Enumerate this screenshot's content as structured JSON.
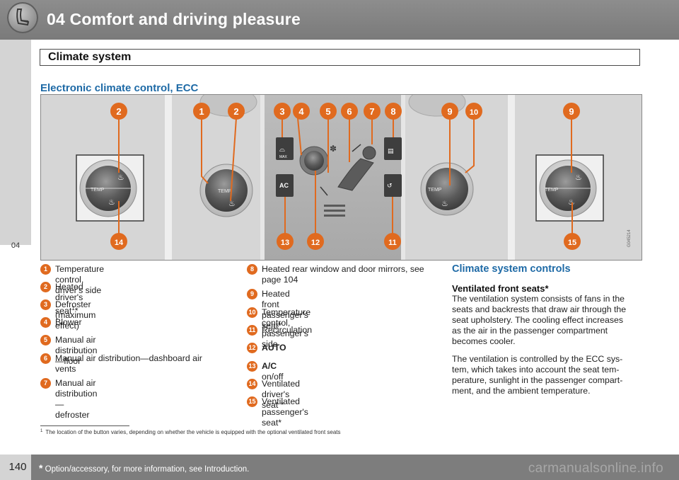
{
  "header": {
    "title": "04 Comfort and driving pleasure",
    "icon": "seat-icon"
  },
  "sidebar": {
    "chapter": "04"
  },
  "section": {
    "title": "Climate system"
  },
  "subheading": "Electronic climate control, ECC",
  "figure": {
    "code": "G045214",
    "callouts": [
      "2",
      "1",
      "2",
      "3",
      "4",
      "5",
      "6",
      "7",
      "8",
      "9",
      "10",
      "9",
      "14",
      "13",
      "12",
      "11",
      "15"
    ],
    "button_labels": {
      "temp": "TEMP",
      "max": "MAX",
      "ac": "AC"
    },
    "callout_color": "#e06a1f"
  },
  "legend": {
    "col1": [
      {
        "n": "1",
        "text": "Temperature control, driver's side"
      },
      {
        "n": "2",
        "text": "Heated driver's seat",
        "sup": "1",
        "tail": "*"
      },
      {
        "n": "3",
        "text": "Defroster (maximum effect)"
      },
      {
        "n": "4",
        "text": "Blower"
      },
      {
        "n": "5",
        "text": "Manual air distribution—floor"
      },
      {
        "n": "6",
        "text": "Manual air distribution—dashboard air",
        "line2": "vents"
      },
      {
        "n": "7",
        "text": "Manual air distribution—defroster"
      }
    ],
    "col2": [
      {
        "n": "8",
        "text": "Heated rear window and door mirrors, see",
        "line2": "page 104"
      },
      {
        "n": "9",
        "text": "Heated front passenger's seat*"
      },
      {
        "n": "10",
        "text": "Temperature control, passenger's side"
      },
      {
        "n": "11",
        "text": "Recirculation"
      },
      {
        "n": "12",
        "bold": "AUTO"
      },
      {
        "n": "13",
        "bold": "A/C",
        "text": " on/off"
      },
      {
        "n": "14",
        "text": "Ventilated driver's seat *"
      },
      {
        "n": "15",
        "text": "Ventilated passenger's seat*"
      }
    ]
  },
  "controls": {
    "heading": "Climate system controls",
    "subheading": "Ventilated front seats*",
    "p1": [
      "The ventilation system consists of fans in the",
      "seats and backrests that draw air through the",
      "seat upholstery. The cooling effect increases",
      "as the air in the passenger compartment",
      "becomes cooler."
    ],
    "p2": [
      "The ventilation is controlled by the ECC sys-",
      "tem, which takes into account the seat tem-",
      "perature, sunlight in the passenger compart-",
      "ment, and the ambient temperature."
    ]
  },
  "footnote": {
    "n": "1",
    "text": "The location of the button varies, depending on whether the vehicle is equipped with the optional ventilated front seats"
  },
  "footer": {
    "page": "140",
    "star": "*",
    "note": " Option/accessory, for more information, see Introduction.",
    "watermark": "carmanualsonline.info"
  }
}
